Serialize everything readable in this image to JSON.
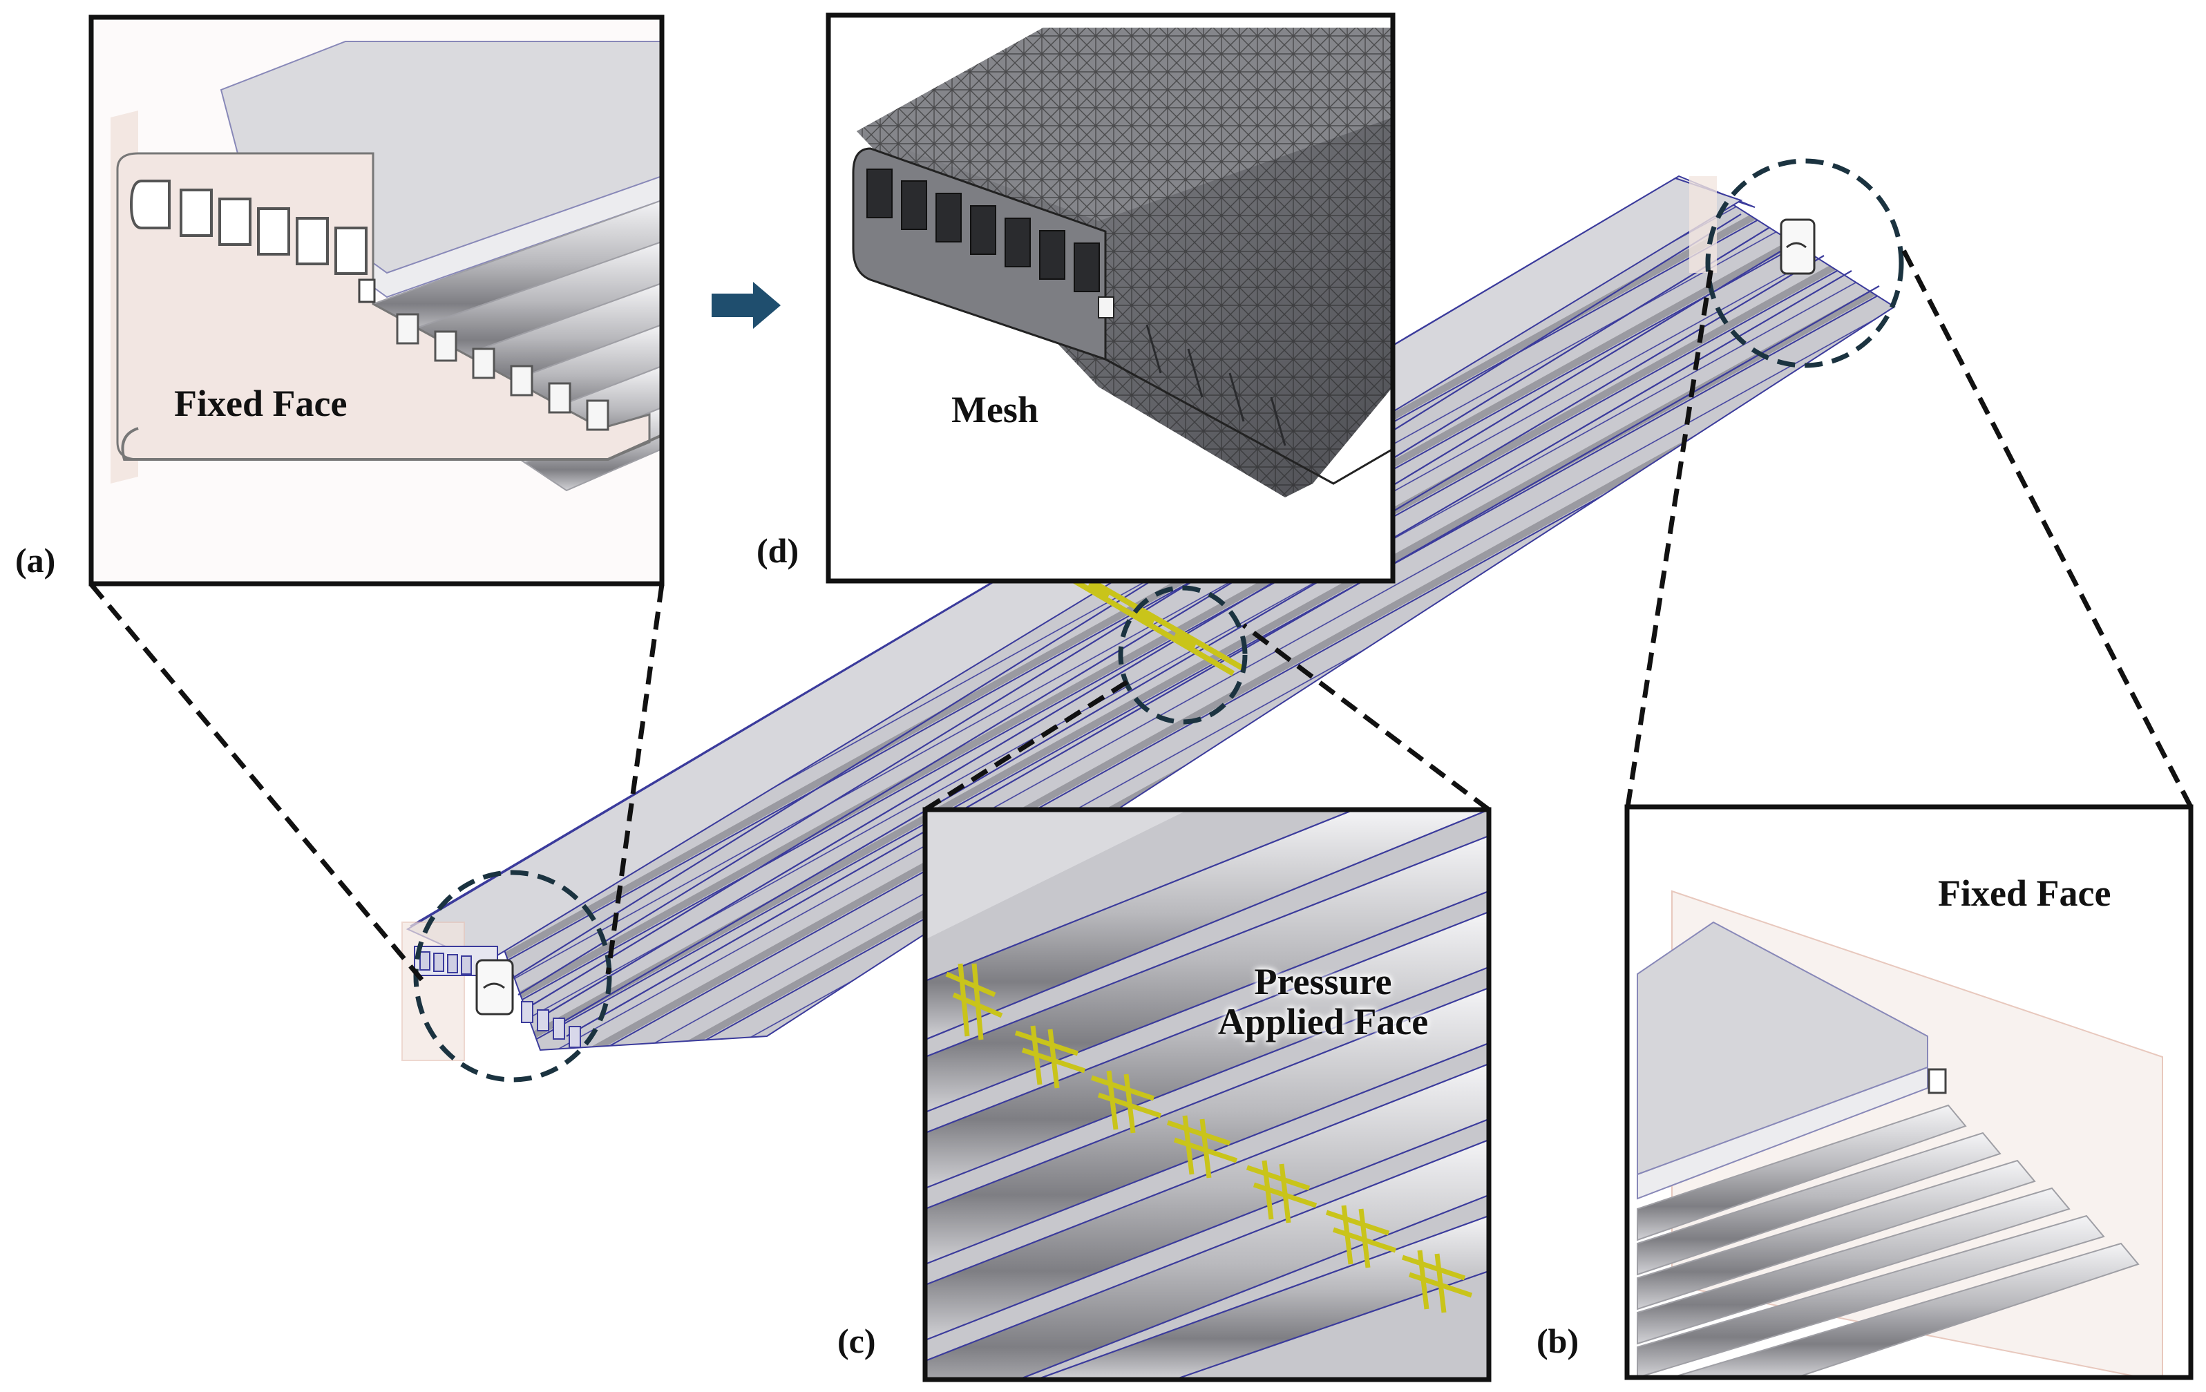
{
  "panels": {
    "a": {
      "tag": "(a)",
      "caption": "Fixed Face"
    },
    "b": {
      "tag": "(b)",
      "caption": "Fixed Face"
    },
    "c": {
      "tag": "(c)",
      "caption_line1": "Pressure",
      "caption_line2": "Applied Face"
    },
    "d": {
      "tag": "(d)",
      "caption": "Mesh"
    }
  },
  "icons": {
    "flow_arrow": "right-arrow-icon",
    "fixture_marker": "fixture-icon",
    "pressure_marker": "pressure-arrows-icon"
  },
  "colors": {
    "frame": "#111111",
    "zoom_circle": "#1b3340",
    "tube_face": "#d9d9dd",
    "edge_line": "#3a3a9a",
    "channel_dark": "#8e8e92",
    "pressure": "#c9c41a",
    "mesh": "#6f7075",
    "arrow": "#1f4e6e"
  }
}
